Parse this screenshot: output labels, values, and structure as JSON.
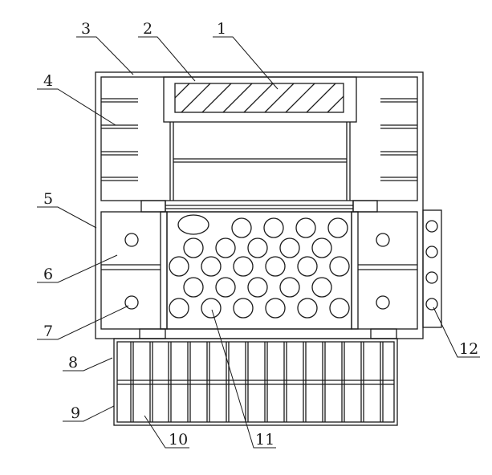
{
  "callouts": [
    {
      "id": "c1",
      "text": "1"
    },
    {
      "id": "c2",
      "text": "2"
    },
    {
      "id": "c3",
      "text": "3"
    },
    {
      "id": "c4",
      "text": "4"
    },
    {
      "id": "c5",
      "text": "5"
    },
    {
      "id": "c6",
      "text": "6"
    },
    {
      "id": "c7",
      "text": "7"
    },
    {
      "id": "c8",
      "text": "8"
    },
    {
      "id": "c9",
      "text": "9"
    },
    {
      "id": "c10",
      "text": "10"
    },
    {
      "id": "c11",
      "text": "11"
    },
    {
      "id": "c12",
      "text": "12"
    }
  ],
  "colors": {
    "line": "#1a1a1a",
    "background": "#ffffff"
  }
}
